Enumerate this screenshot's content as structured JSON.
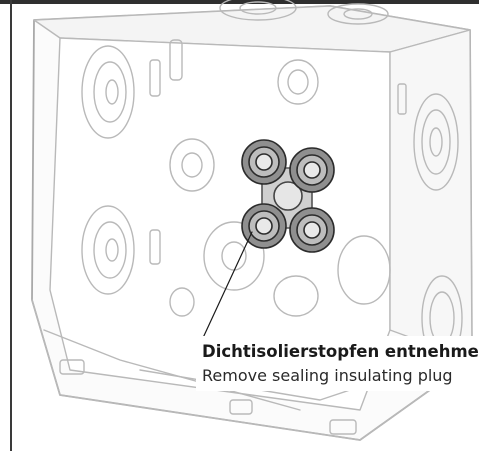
{
  "caption": {
    "german": "Dichtisolierstopfen entnehmen",
    "english": "Remove sealing insulating plug"
  },
  "icons": {
    "box": "junction-box-illustration",
    "plug": "sealing-plug-illustration",
    "leader": "leader-line"
  }
}
